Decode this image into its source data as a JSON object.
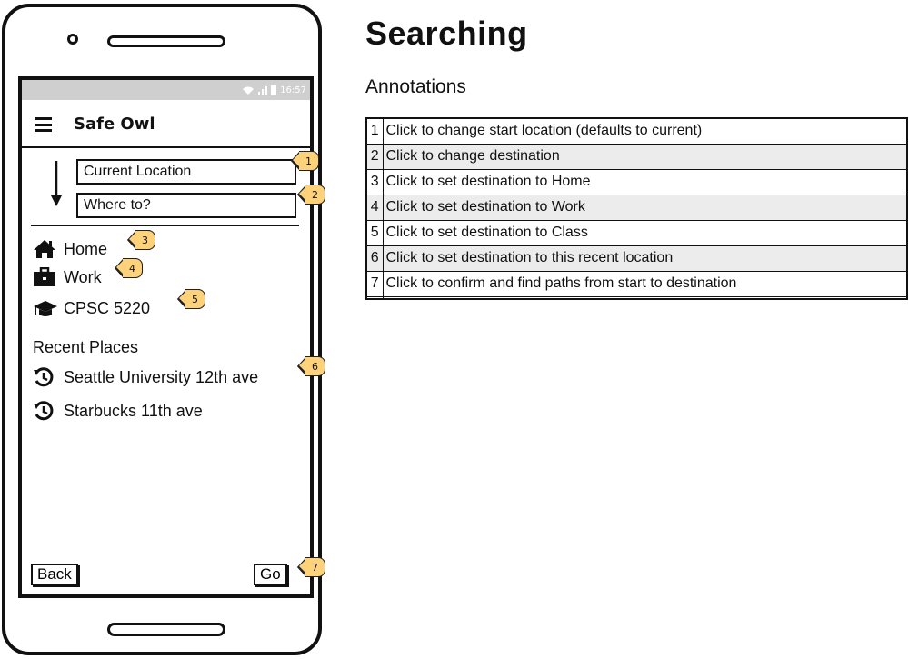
{
  "phone": {
    "status": {
      "time": "16:57"
    },
    "app_title": "Safe Owl",
    "start_field": {
      "value": "Current Location"
    },
    "dest_field": {
      "placeholder": "Where to?"
    },
    "shortcuts": [
      {
        "label": "Home",
        "icon": "home-icon"
      },
      {
        "label": "Work",
        "icon": "briefcase-icon"
      },
      {
        "label": "CPSC 5220",
        "icon": "graduation-cap-icon"
      }
    ],
    "recent_label": "Recent Places",
    "recent": [
      {
        "label": "Seattle University 12th ave",
        "icon": "history-icon"
      },
      {
        "label": "Starbucks 11th ave",
        "icon": "history-icon"
      }
    ],
    "back_label": "Back",
    "go_label": "Go"
  },
  "callouts": [
    "1",
    "2",
    "3",
    "4",
    "5",
    "6",
    "7"
  ],
  "page_title": "Searching",
  "annotations_title": "Annotations",
  "annotations": [
    {
      "num": "1",
      "text": "Click to change start location (defaults to current)"
    },
    {
      "num": "2",
      "text": "Click to change destination"
    },
    {
      "num": "3",
      "text": "Click to set destination to Home"
    },
    {
      "num": "4",
      "text": "Click to set destination to Work"
    },
    {
      "num": "5",
      "text": "Click to set destination to Class"
    },
    {
      "num": "6",
      "text": "Click to set destination to this recent location"
    },
    {
      "num": "7",
      "text": "Click to confirm and find paths from start to destination"
    }
  ],
  "colors": {
    "callout_fill": "#fdd27a",
    "status_bar": "#cfcfcf",
    "row_alt": "#ececec"
  }
}
